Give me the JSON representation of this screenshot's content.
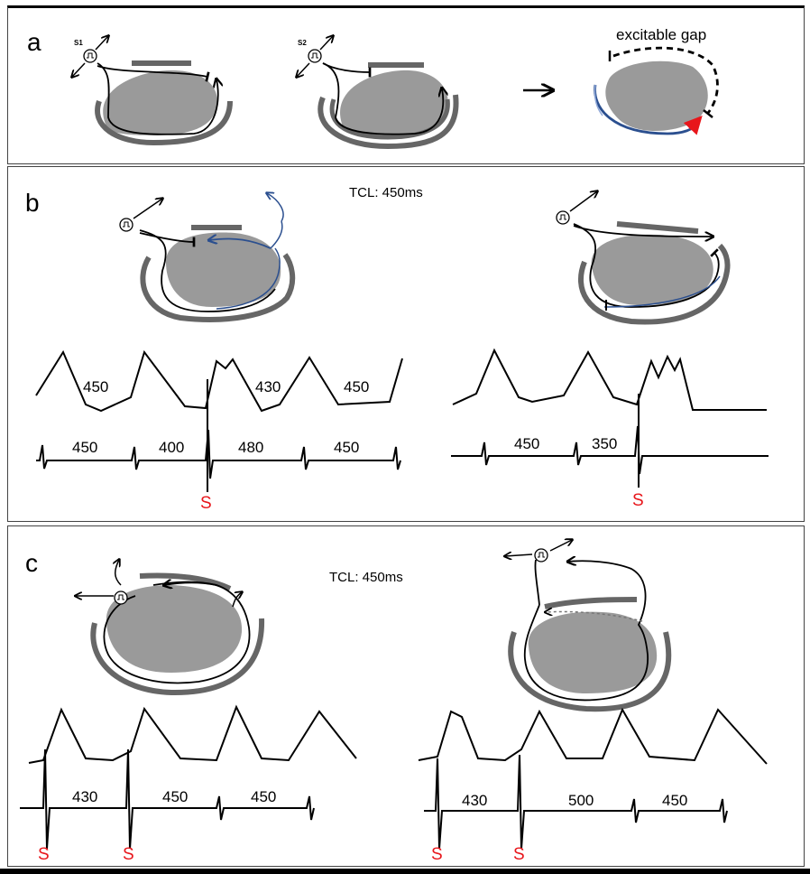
{
  "panels": {
    "a": {
      "label": "a",
      "stim1_label": "S1",
      "stim2_label": "S2",
      "gap_label": "excitable gap"
    },
    "b": {
      "label": "b",
      "tcl": "TCL: 450ms",
      "left": {
        "upper_intervals": [
          "450",
          "430",
          "450"
        ],
        "lower_intervals": [
          "450",
          "400",
          "480",
          "450"
        ],
        "stim_label": "S"
      },
      "right": {
        "lower_intervals": [
          "450",
          "350"
        ],
        "stim_label": "S"
      }
    },
    "c": {
      "label": "c",
      "tcl": "TCL: 450ms",
      "left": {
        "lower_intervals": [
          "430",
          "450",
          "450"
        ],
        "stim_labels": [
          "S",
          "S"
        ]
      },
      "right": {
        "lower_intervals": [
          "430",
          "500",
          "450"
        ],
        "stim_labels": [
          "S",
          "S"
        ]
      }
    }
  },
  "colors": {
    "wall": "#666666",
    "core": "#9a9a9a",
    "blue": "#2b4f8f",
    "red": "#e8161b",
    "stim_text": "#e8161b"
  }
}
